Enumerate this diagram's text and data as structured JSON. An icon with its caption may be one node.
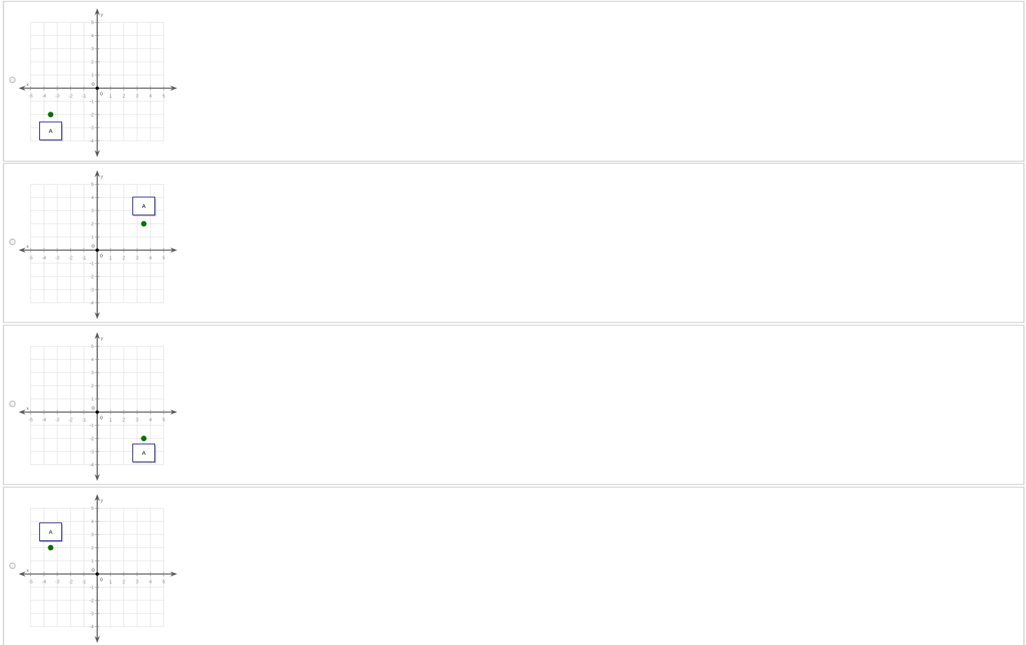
{
  "diagram": {
    "nodes": [
      {
        "text": [
          "A"
        ]
      },
      {
        "text": [
          "A"
        ]
      },
      {
        "text": [
          "A"
        ]
      },
      {
        "text": [
          "A"
        ]
      }
    ],
    "edges": [],
    "labels": [
      "y",
      "5",
      "4",
      "3",
      "2",
      "1",
      "0",
      "x",
      "-5",
      "-4",
      "-3",
      "-2",
      "-1",
      "0",
      "1",
      "2",
      "3",
      "4",
      "5",
      "-1",
      "-2",
      "-3",
      "-4",
      "y",
      "5",
      "4",
      "3",
      "2",
      "1",
      "0",
      "x",
      "-5",
      "-4",
      "-3",
      "-2",
      "-1",
      "0",
      "1",
      "2",
      "3",
      "4",
      "5",
      "-1",
      "-2",
      "-3",
      "-4",
      "y",
      "5",
      "4",
      "3",
      "2",
      "1",
      "0",
      "x",
      "-5",
      "-4",
      "-3",
      "-2",
      "-1",
      "0",
      "1",
      "2",
      "3",
      "4",
      "5",
      "-1",
      "-2",
      "-3",
      "-4",
      "y",
      "5",
      "4",
      "3",
      "2",
      "1",
      "0",
      "x",
      "-5",
      "-4",
      "-3",
      "-2",
      "-1",
      "0",
      "1",
      "2",
      "3",
      "4",
      "5",
      "-1",
      "-2",
      "-3",
      "-4"
    ]
  }
}
